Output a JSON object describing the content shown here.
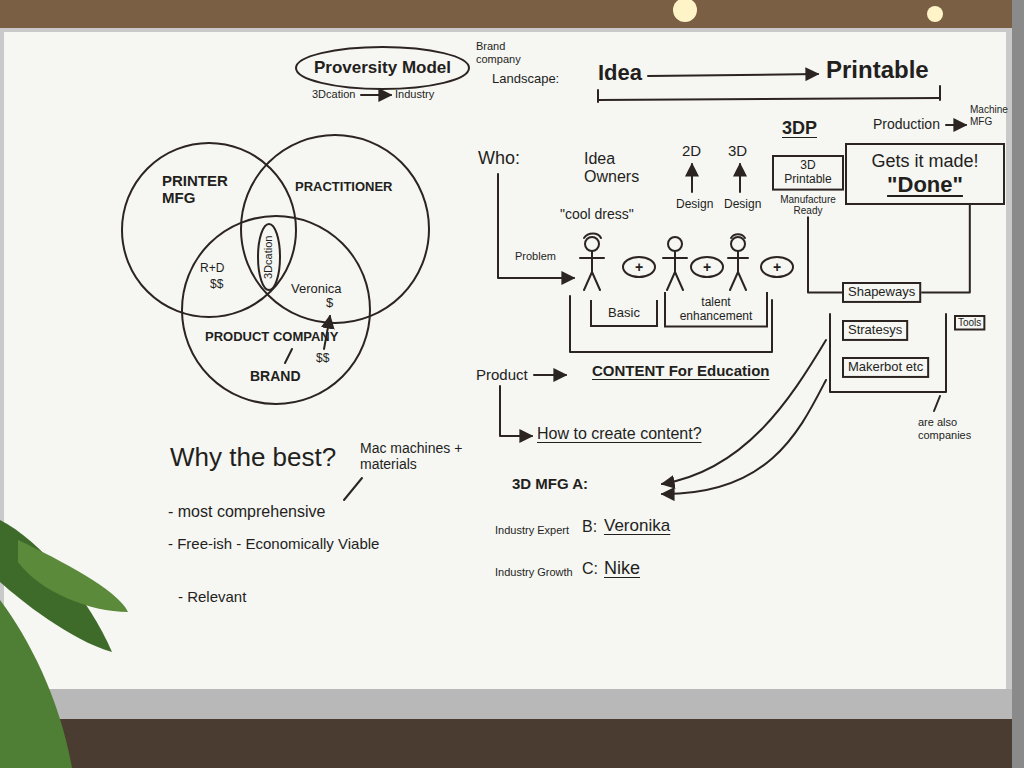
{
  "diagram": {
    "nodes": [
      {
        "text": [
          "Proversity Model"
        ]
      },
      {
        "text": [
          "PRINTER MFG"
        ]
      },
      {
        "text": [
          "PRACTITIONER"
        ]
      },
      {
        "text": [
          "PRODUCT COMPANY",
          "BRAND"
        ]
      },
      {
        "text": [
          "3Dcation"
        ]
      },
      {
        "text": [
          "3D Printable",
          "Manufacture Ready"
        ]
      },
      {
        "text": [
          "Gets it made!",
          "\"Done\""
        ]
      },
      {
        "text": [
          "+"
        ]
      },
      {
        "text": [
          "+"
        ]
      },
      {
        "text": [
          "+"
        ]
      },
      {
        "text": [
          "Basic"
        ]
      },
      {
        "text": [
          "talent enhancement"
        ]
      },
      {
        "text": [
          "Shapeways"
        ]
      },
      {
        "text": [
          "Stratesys"
        ]
      },
      {
        "text": [
          "Makerbot etc"
        ]
      },
      {
        "text": [
          "Tools"
        ]
      }
    ],
    "edges": [
      {
        "from": 5,
        "to": 12,
        "arrow": "none"
      },
      {
        "from": 6,
        "to": 12,
        "arrow": "none"
      }
    ],
    "labels": [
      "Brand company",
      "3Dcation",
      "Industry",
      "Landscape:",
      "Idea",
      "Printable",
      "R+D",
      "$$",
      "Veronica",
      "$",
      "$$",
      "Why the best?",
      "- most comprehensive",
      "Mac machines + materials",
      "- Free-ish - Economically Viable",
      "- Relevant",
      "Who:",
      "Problem",
      "Idea Owners",
      "\"cool dress\"",
      "2D",
      "Design",
      "3D",
      "Design",
      "3DP",
      "Production",
      "Machine MFG",
      "CONTENT For Education",
      "Product",
      "How to create content?",
      "3D MFG A:",
      "Industry Expert",
      "B:",
      "Veronika",
      "Industry Growth",
      "C:",
      "Nike",
      "are also companies"
    ]
  }
}
